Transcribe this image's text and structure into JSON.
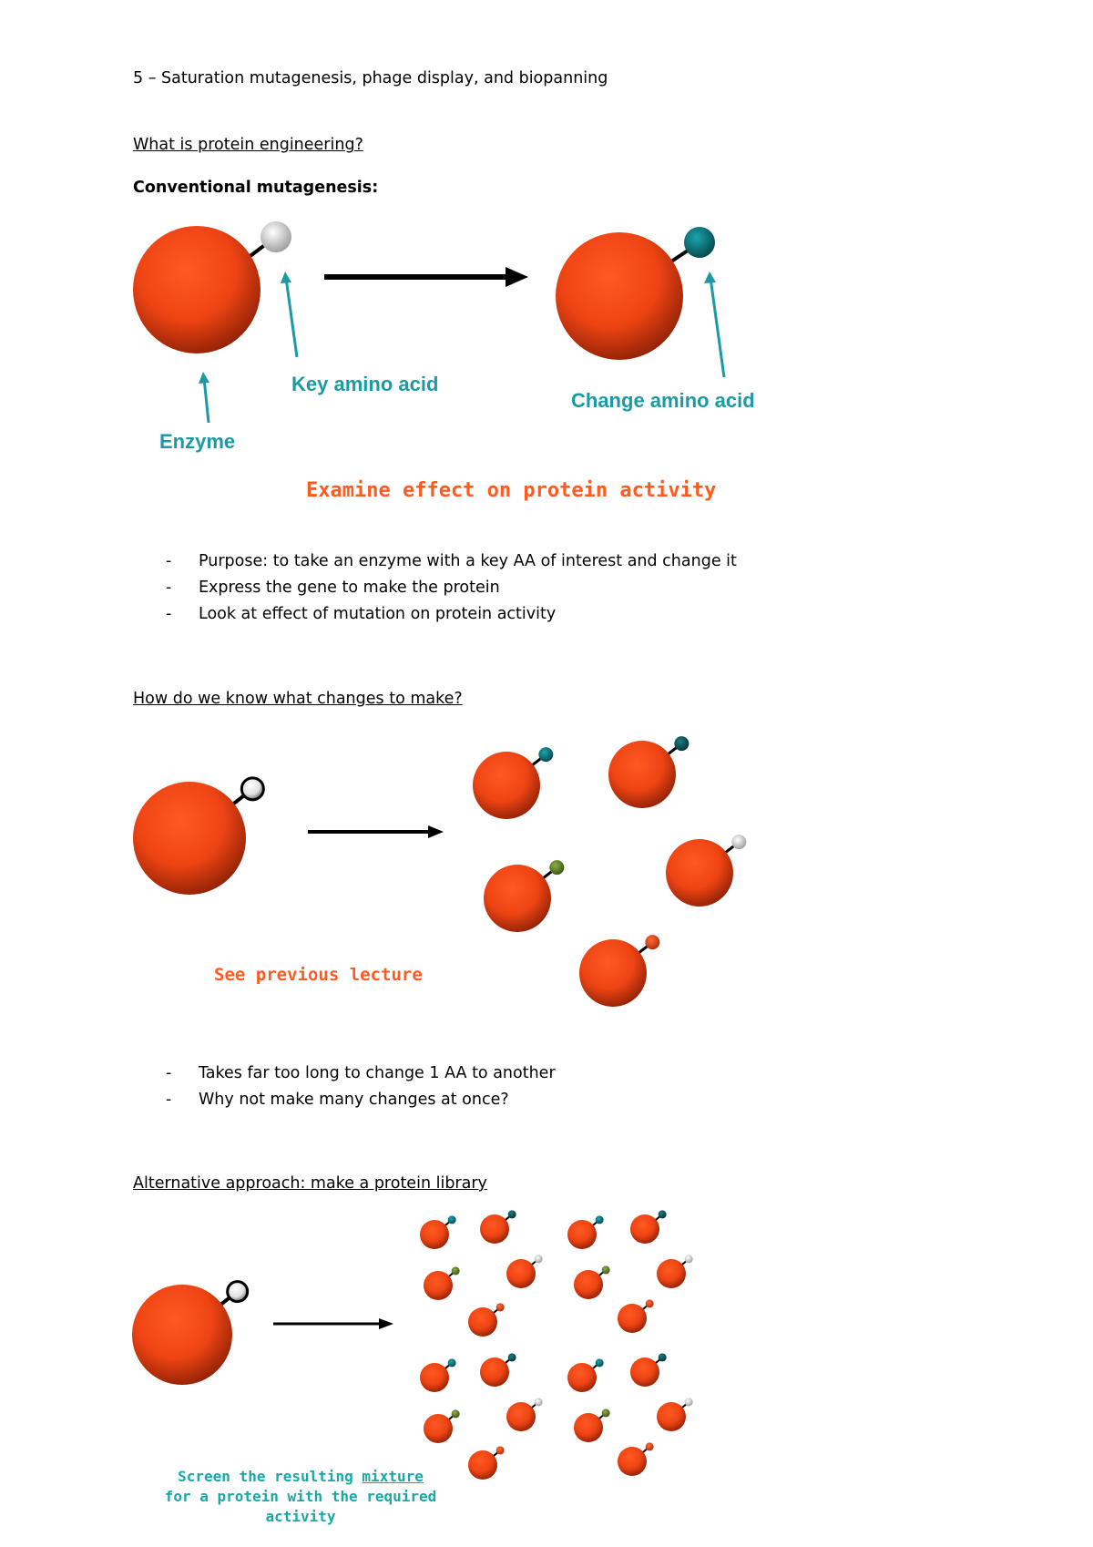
{
  "page_title": "5 – Saturation mutagenesis, phage display, and biopanning",
  "sections": {
    "protein_engineering": {
      "heading": "What is protein engineering?",
      "subheading": "Conventional mutagenesis:",
      "labels": {
        "key_amino_acid": "Key amino acid",
        "change_amino_acid": "Change amino acid",
        "enzyme": "Enzyme",
        "examine": "Examine effect on protein activity"
      },
      "bullets": [
        "Purpose: to take an enzyme with a key AA of interest and change it",
        "Express the gene to make the protein",
        "Look at effect of mutation on protein activity"
      ]
    },
    "which_changes": {
      "heading": "How do we know what changes to make?",
      "note": "See previous lecture",
      "bullets": [
        "Takes far too long to change 1 AA to another",
        "Why not make many changes at once?"
      ]
    },
    "library": {
      "heading": "Alternative approach: make a protein library",
      "caption_line1_pre": "Screen the resulting ",
      "caption_line1_link": "mixture",
      "caption_line2": "for a protein with the required",
      "caption_line3": "activity"
    }
  },
  "colors": {
    "enzyme": "#ff4d1a",
    "teal": "#1a9ba3",
    "accent_red": "#ff5a1f",
    "amino_teal": "#0f7b85",
    "amino_olive": "#6b8a2a",
    "amino_white": "#d8d8d8"
  },
  "icons": [
    "enzyme-sphere-icon",
    "amino-acid-bead-icon",
    "arrow-icon"
  ]
}
